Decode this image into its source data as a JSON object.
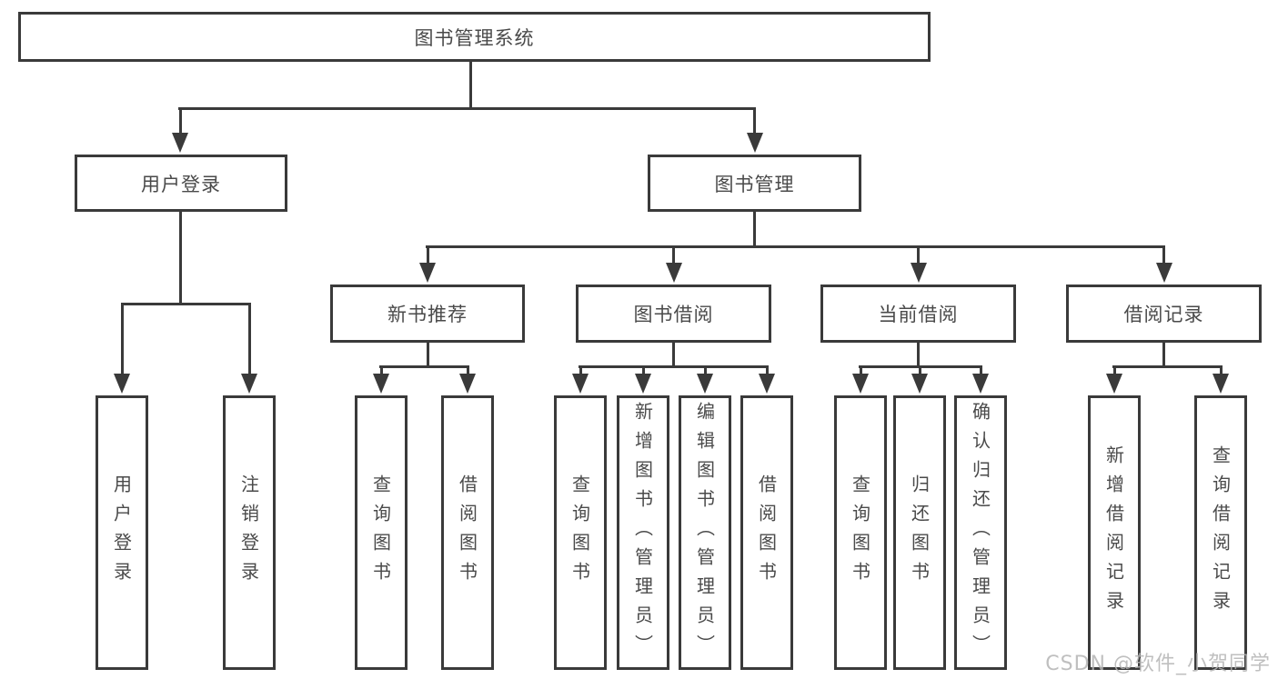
{
  "colors": {
    "line": "#3a3a3a",
    "text": "#4a4a4a",
    "watermark": "#b5b5b5",
    "background": "#ffffff"
  },
  "watermark": {
    "text": "CSDN @软件_小贺同学"
  },
  "tree": {
    "label": "图书管理系统",
    "children": [
      {
        "label": "用户登录",
        "children": [
          {
            "label": "用户登录"
          },
          {
            "label": "注销登录"
          }
        ]
      },
      {
        "label": "图书管理",
        "children": [
          {
            "label": "新书推荐",
            "children": [
              {
                "label": "查询图书"
              },
              {
                "label": "借阅图书"
              }
            ]
          },
          {
            "label": "图书借阅",
            "children": [
              {
                "label": "查询图书"
              },
              {
                "label": "新增图书（管理员）"
              },
              {
                "label": "编辑图书（管理员）"
              },
              {
                "label": "借阅图书"
              }
            ]
          },
          {
            "label": "当前借阅",
            "children": [
              {
                "label": "查询图书"
              },
              {
                "label": "归还图书"
              },
              {
                "label": "确认归还（管理员）"
              }
            ]
          },
          {
            "label": "借阅记录",
            "children": [
              {
                "label": "新增借阅记录"
              },
              {
                "label": "查询借阅记录"
              }
            ]
          }
        ]
      }
    ]
  }
}
